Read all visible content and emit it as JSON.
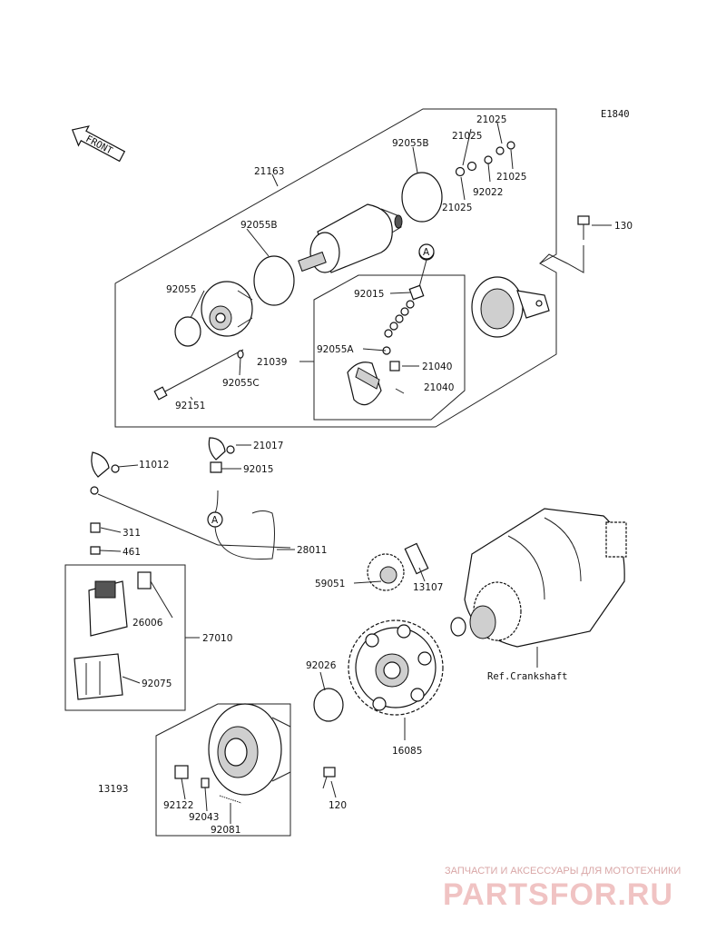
{
  "diagram_code": "E1840",
  "front_label": "FRONT",
  "ref_crankshaft": "Ref.Crankshaft",
  "callout_a": "A",
  "parts": [
    "21163",
    "92055B",
    "92055B",
    "21025",
    "21025",
    "21025",
    "21025",
    "92022",
    "130",
    "92055",
    "92015",
    "21039",
    "92055A",
    "21040",
    "21040",
    "92055C",
    "92151",
    "11012",
    "21017",
    "92015",
    "311",
    "461",
    "28011",
    "59051",
    "13107",
    "26006",
    "27010",
    "92075",
    "92026",
    "16085",
    "13193",
    "92122",
    "92043",
    "92081",
    "120"
  ],
  "watermark": {
    "top_text": "ЗАПЧАСТИ И АКСЕССУАРЫ ДЛЯ МОТОТЕХНИКИ",
    "logo_text": "PARTSFOR.RU"
  }
}
